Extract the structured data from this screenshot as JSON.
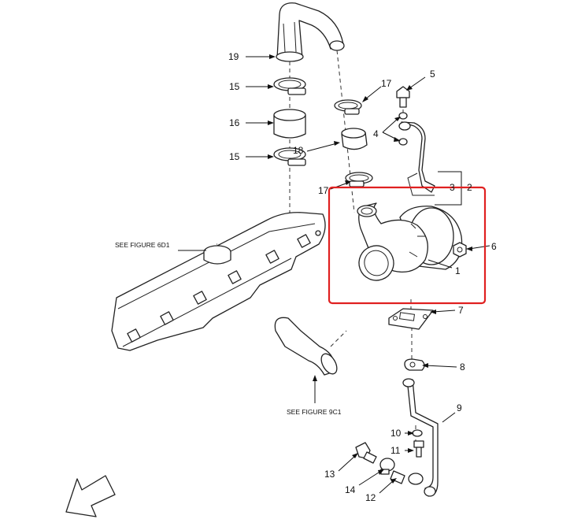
{
  "callouts": [
    {
      "id": "1",
      "label": "1"
    },
    {
      "id": "2",
      "label": "2"
    },
    {
      "id": "3",
      "label": "3"
    },
    {
      "id": "4",
      "label": "4"
    },
    {
      "id": "5",
      "label": "5"
    },
    {
      "id": "6",
      "label": "6"
    },
    {
      "id": "7",
      "label": "7"
    },
    {
      "id": "8",
      "label": "8"
    },
    {
      "id": "9",
      "label": "9"
    },
    {
      "id": "10",
      "label": "10"
    },
    {
      "id": "11",
      "label": "11"
    },
    {
      "id": "12",
      "label": "12"
    },
    {
      "id": "13",
      "label": "13"
    },
    {
      "id": "14",
      "label": "14"
    },
    {
      "id": "15a",
      "label": "15"
    },
    {
      "id": "15b",
      "label": "15"
    },
    {
      "id": "16",
      "label": "16"
    },
    {
      "id": "17a",
      "label": "17"
    },
    {
      "id": "17b",
      "label": "17"
    },
    {
      "id": "18",
      "label": "18"
    },
    {
      "id": "19",
      "label": "19"
    }
  ],
  "notes": {
    "figure_6d1": "SEE FIGURE 6D1",
    "figure_9c1": "SEE FIGURE 9C1"
  },
  "highlight": {
    "color": "#e02020"
  },
  "line_color": "#222222"
}
